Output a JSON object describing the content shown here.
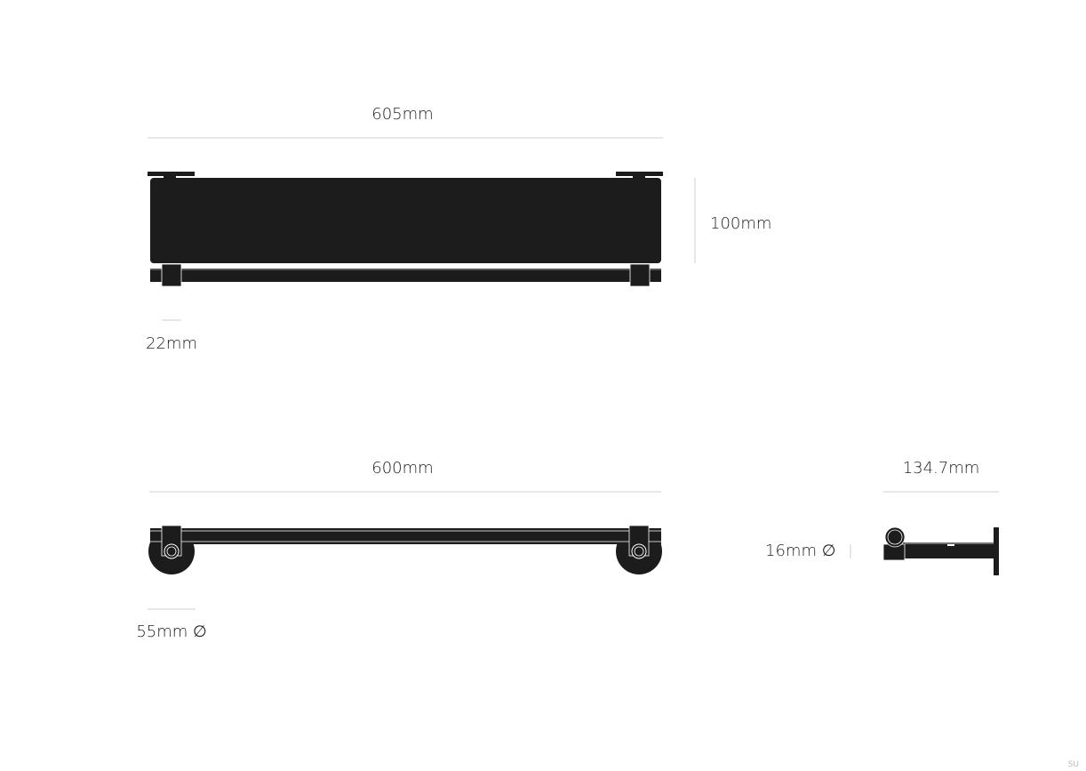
{
  "colors": {
    "product": "#1c1c1c",
    "dimension_line": "#cfcfcf",
    "text": "#1f1f1f"
  },
  "views": {
    "front": {
      "width_label": "605mm",
      "height_label": "100mm",
      "depth_label": "22mm"
    },
    "top": {
      "width_label": "600mm",
      "rosette_label": "55mm ∅"
    },
    "side": {
      "depth_label": "134.7mm",
      "rail_label": "16mm ∅"
    }
  },
  "corner_mark": "SU"
}
